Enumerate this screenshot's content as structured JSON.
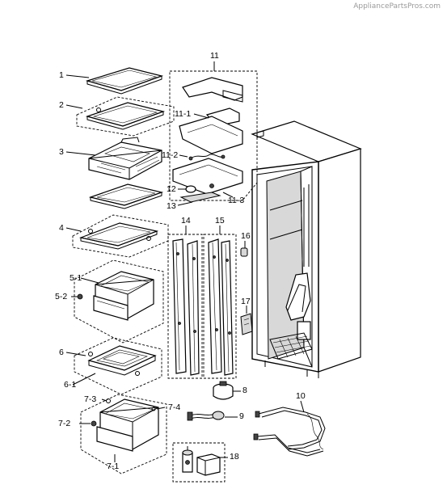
{
  "watermark": "AppliancePartsPros.com",
  "callouts": {
    "p1": "1",
    "p2": "2",
    "p3": "3",
    "p4": "4",
    "p5_1": "5-1",
    "p5_2": "5-2",
    "p6": "6",
    "p6_1": "6-1",
    "p7_1": "7-1",
    "p7_2": "7-2",
    "p7_3": "7-3",
    "p7_4": "7-4",
    "p8": "8",
    "p9": "9",
    "p10": "10",
    "p11": "11",
    "p11_1": "11-1",
    "p11_2": "11-2",
    "p11_3": "11-3",
    "p12": "12",
    "p13": "13",
    "p14": "14",
    "p15": "15",
    "p16": "16",
    "p17": "17",
    "p18": "18"
  }
}
